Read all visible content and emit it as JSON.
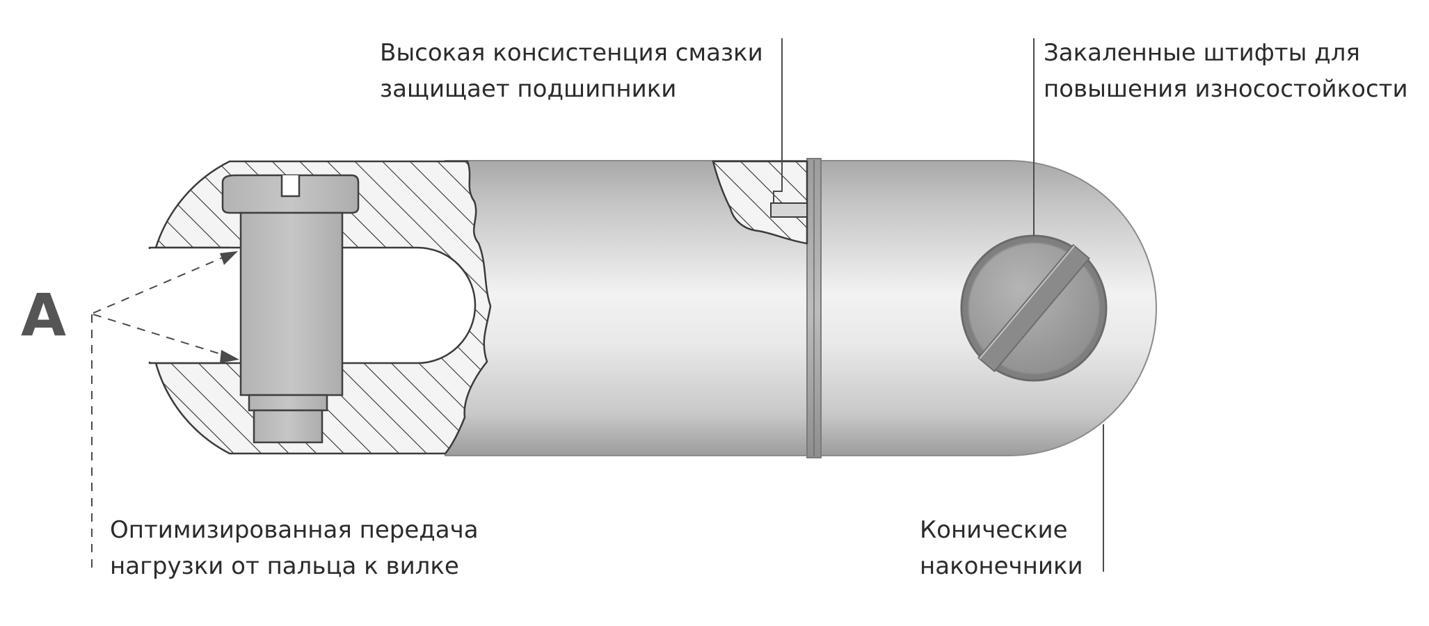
{
  "diagram": {
    "marker_letter": "A",
    "callouts": {
      "grease": {
        "line1": "Высокая консистенция смазки",
        "line2": "защищает подшипники"
      },
      "hardened_pins": {
        "line1": "Закаленные штифты для",
        "line2": "повышения износостойкости"
      },
      "load_transfer": {
        "line1": "Оптимизированная передача",
        "line2": "нагрузки от пальца к вилке"
      },
      "conical_tips": {
        "line1": "Конические",
        "line2": "наконечники"
      }
    }
  }
}
